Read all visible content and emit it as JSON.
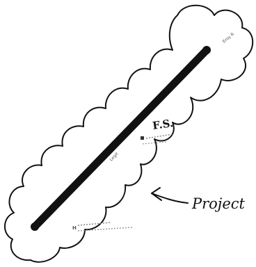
{
  "diagram": {
    "colors": {
      "ink": "#111111",
      "faint_ink": "#666666",
      "background": "#ffffff"
    },
    "labels": {
      "fs_label": "F.S.",
      "project_label": "Project",
      "end_note": "Eroy R",
      "start_note": "H",
      "line_note": "Legit"
    }
  }
}
